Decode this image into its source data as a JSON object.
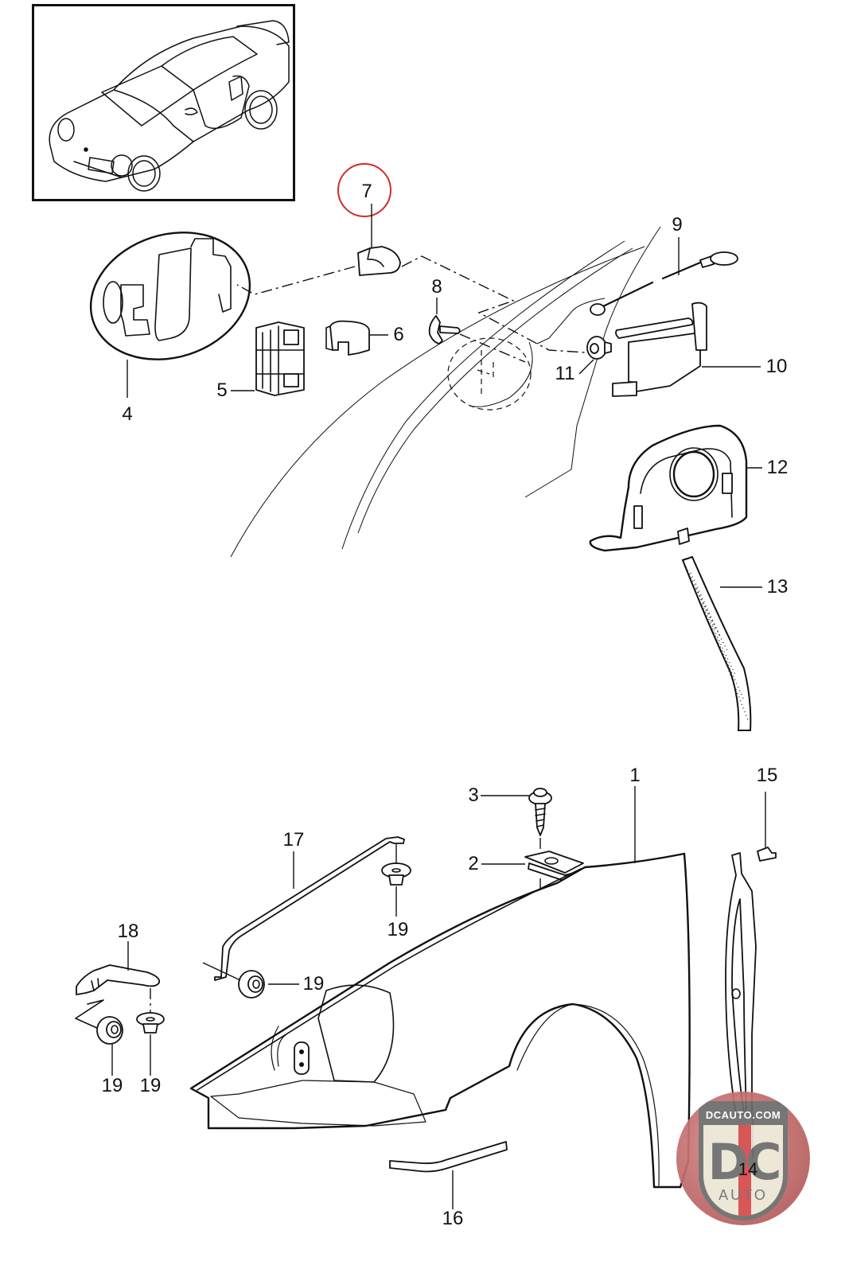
{
  "diagram": {
    "title": "Front fender / fuel filler flap exploded parts diagram",
    "highlighted_part": "7",
    "highlight_color": "#d32a2a",
    "callouts": {
      "c1": "1",
      "c2": "2",
      "c3": "3",
      "c4": "4",
      "c5": "5",
      "c6": "6",
      "c7": "7",
      "c8": "8",
      "c9": "9",
      "c10": "10",
      "c11": "11",
      "c12": "12",
      "c13": "13",
      "c14": "14",
      "c15": "15",
      "c16": "16",
      "c17": "17",
      "c18": "18",
      "c19a": "19",
      "c19b": "19",
      "c19c": "19",
      "c19d": "19"
    }
  },
  "watermark": {
    "site": "DCAUTO.COM",
    "logo_letters": "DC",
    "logo_word": "AUTO",
    "colors": {
      "shield": "#ece6d4",
      "border": "#6b6b6b",
      "stripe": "#d64848",
      "badge": "#b86060"
    }
  }
}
